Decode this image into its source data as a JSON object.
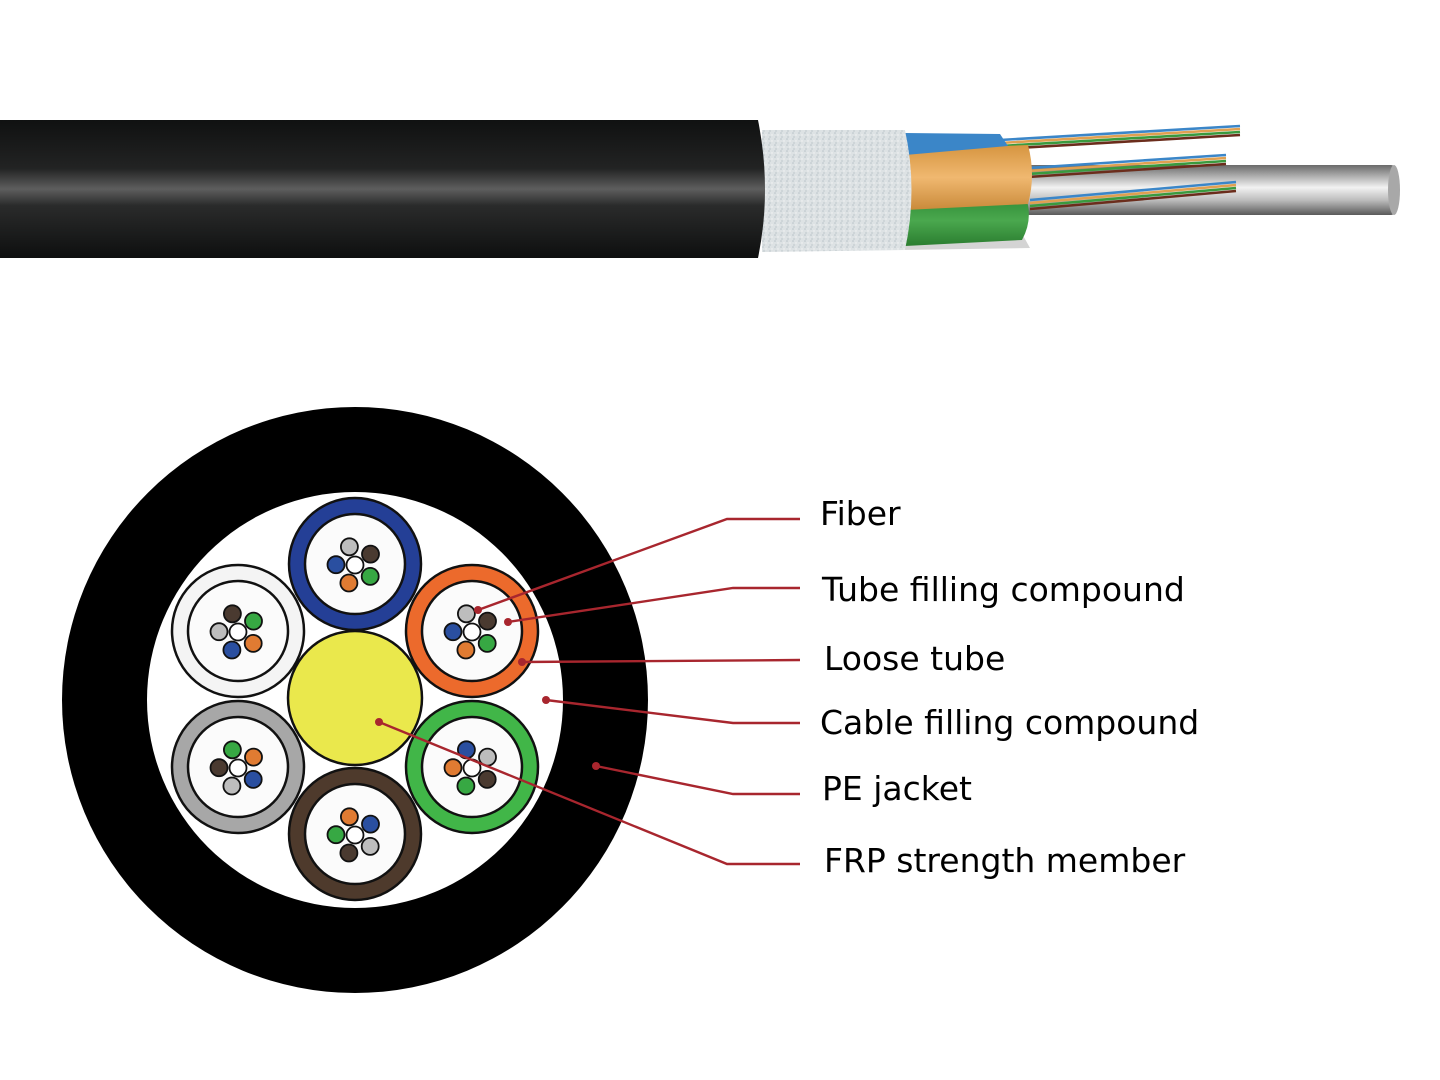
{
  "title": "Fiber optic cable structure (GYTA/GYFTY-style loose tube cable)",
  "side_view": {
    "components": [
      {
        "name": "PE jacket",
        "color": "#141414"
      },
      {
        "name": "Water-blocking tape / yarn",
        "color": "#d8dde0"
      },
      {
        "name": "Loose tube (blue)",
        "color": "#3b86c8"
      },
      {
        "name": "Loose tube (orange)",
        "color": "#e0a050"
      },
      {
        "name": "Loose tube (green)",
        "color": "#3a9a3e"
      },
      {
        "name": "Central strength member",
        "color": "#9a9a9a"
      }
    ],
    "fiber_colors": [
      "#3b86c8",
      "#e0a050",
      "#3a9a3e",
      "#6b2d1c"
    ]
  },
  "cross_section": {
    "jacket_color": "#000000",
    "filling_color": "#ffffff",
    "core_color": "#eae84c",
    "tubes": [
      {
        "name": "blue-tube",
        "color": "#243f96",
        "fibers": [
          "#2a4fa0",
          "#bdbdbd",
          "#4a3a30",
          "#37a843",
          "#e07b32"
        ]
      },
      {
        "name": "orange-tube",
        "color": "#ec6a2c",
        "fibers": [
          "#2a4fa0",
          "#bdbdbd",
          "#4a3a30",
          "#37a843",
          "#e07b32"
        ]
      },
      {
        "name": "green-tube",
        "color": "#41b648",
        "fibers": [
          "#e07b32",
          "#2a4fa0",
          "#bdbdbd",
          "#4a3a30",
          "#37a843"
        ]
      },
      {
        "name": "brown-tube",
        "color": "#4e3a2c",
        "fibers": [
          "#37a843",
          "#e07b32",
          "#2a4fa0",
          "#bdbdbd",
          "#4a3a30"
        ]
      },
      {
        "name": "gray-tube",
        "color": "#a7a7a7",
        "fibers": [
          "#4a3a30",
          "#37a843",
          "#e07b32",
          "#2a4fa0",
          "#bdbdbd"
        ]
      },
      {
        "name": "white-tube",
        "color": "#f4f4f4",
        "fibers": [
          "#bdbdbd",
          "#4a3a30",
          "#37a843",
          "#e07b32",
          "#2a4fa0"
        ]
      }
    ]
  },
  "labels": [
    {
      "text": "Fiber"
    },
    {
      "text": "Tube filling compound"
    },
    {
      "text": "Loose tube"
    },
    {
      "text": "Cable filling compound"
    },
    {
      "text": "PE jacket"
    },
    {
      "text": "FRP strength member"
    }
  ],
  "leader_color": "#a8262e"
}
